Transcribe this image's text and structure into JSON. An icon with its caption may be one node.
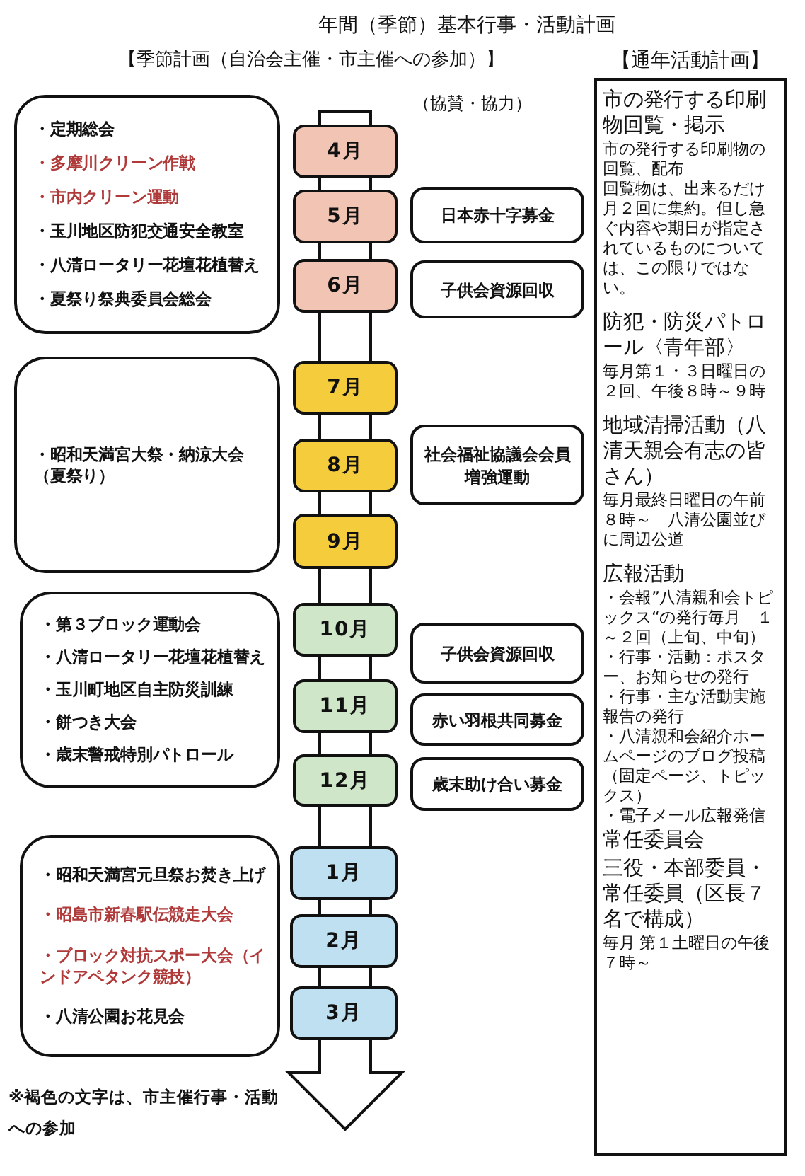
{
  "diagram": {
    "title": "年間（季節）基本行事・活動計画",
    "nodes": [
      {
        "text": [
          "・定期総会",
          "・多摩川クリーン作戦",
          "・市内クリーン運動",
          "・玉川地区防犯交通安全教室",
          "・八清ロータリー花壇花植替え",
          "・夏祭り祭典委員会総会"
        ]
      },
      {
        "text": [
          "4月"
        ]
      },
      {
        "text": [
          "5月"
        ]
      },
      {
        "text": [
          "6月"
        ]
      },
      {
        "text": [
          "日本赤十字募金"
        ]
      },
      {
        "text": [
          "子供会資源回収"
        ]
      },
      {
        "text": [
          "・昭和天満宮大祭・納涼大会（夏祭り）"
        ]
      },
      {
        "text": [
          "7月"
        ]
      },
      {
        "text": [
          "8月"
        ]
      },
      {
        "text": [
          "9月"
        ]
      },
      {
        "text": [
          "社会福祉協議会会員増強運動"
        ]
      },
      {
        "text": [
          "・第３ブロック運動会",
          "・八清ロータリー花壇花植替え",
          "・玉川町地区自主防災訓練",
          "・餅つき大会",
          "・歳末警戒特別パトロール"
        ]
      },
      {
        "text": [
          "10月"
        ]
      },
      {
        "text": [
          "11月"
        ]
      },
      {
        "text": [
          "12月"
        ]
      },
      {
        "text": [
          "子供会資源回収"
        ]
      },
      {
        "text": [
          "赤い羽根共同募金"
        ]
      },
      {
        "text": [
          "歳末助け合い募金"
        ]
      },
      {
        "text": [
          "・昭和天満宮元旦祭お焚き上げ",
          "・昭島市新春駅伝競走大会",
          "・ブロック対抗スポー大会（インドアペタンク競技）",
          "・八清公園お花見会"
        ]
      },
      {
        "text": [
          "1月"
        ]
      },
      {
        "text": [
          "2月"
        ]
      },
      {
        "text": [
          "3月"
        ]
      },
      {
        "text": [
          "市の発行する印刷物回覧・掲示",
          "市の発行する印刷物の回覧、配布",
          "回覧物は、出来るだけ月２回に集約。但し急ぐ内容や期日が指定されているものについては、この限りではない。",
          "防犯・防災パトロール〈青年部〉",
          "毎月第１・３日曜日の２回、午後８時～９時",
          "地域清掃活動（八清天親会有志の皆さん）",
          "毎月最終日曜日の午前８時～　八清公園並びに周辺公道",
          "広報活動",
          "・会報”八清親和会トピックス“の発行毎月　１～２回（上旬、中旬）",
          "・行事・活動：ポスター、お知らせの発行",
          "・行事・主な活動実施報告の発行",
          "・八清親和会紹介ホームページのブログ投稿（固定ページ、トピックス）",
          "・電子メール広報発信",
          "常任委員会",
          "三役・本部委員・常任委員（区長７名で構成）",
          "毎月 第１土曜日の午後７時～"
        ],
        "beside": [
          "【通年活動計画】"
        ]
      }
    ],
    "labels": [
      "【季節計画（自治会主催・市主催への参加）】",
      "（協賛・協力）",
      "※褐色の文字は、市主催行事・活動への参加"
    ]
  }
}
